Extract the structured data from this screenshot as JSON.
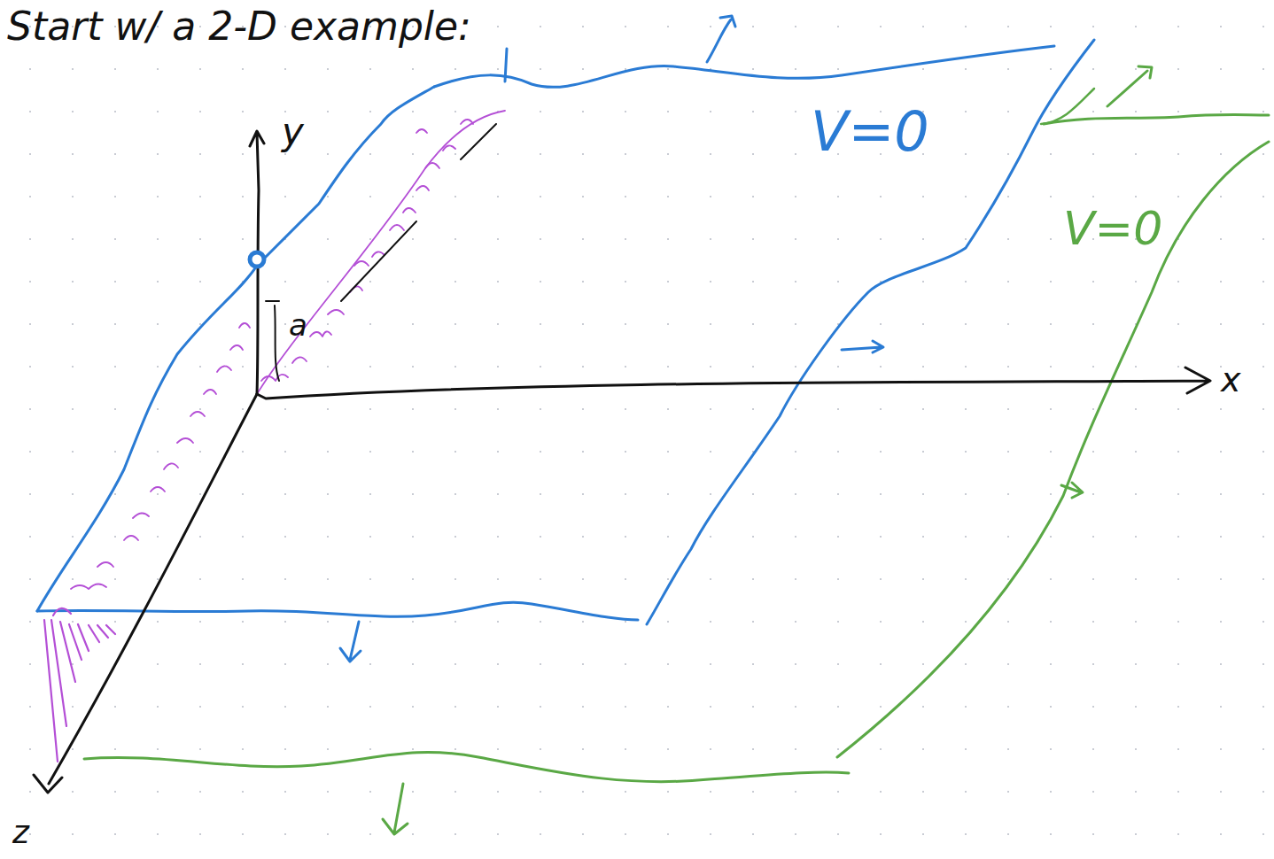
{
  "diagram": {
    "title": "Start w/ a 2-D example:",
    "labels": [
      "y",
      "a",
      "V=0",
      "V=0",
      "x",
      "z"
    ]
  }
}
